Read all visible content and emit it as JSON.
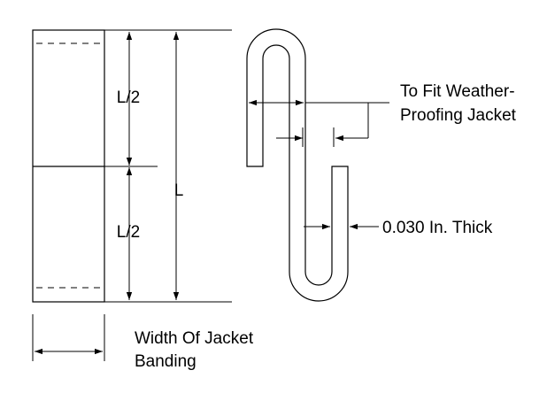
{
  "labels": {
    "half_top": "L/2",
    "half_bottom": "L/2",
    "length": "L",
    "fit_line1": "To Fit Weather-",
    "fit_line2": "Proofing Jacket",
    "thickness": "0.030 In. Thick",
    "width_line1": "Width Of Jacket",
    "width_line2": "Banding"
  },
  "colors": {
    "ink": "#000000",
    "background": "#ffffff"
  }
}
